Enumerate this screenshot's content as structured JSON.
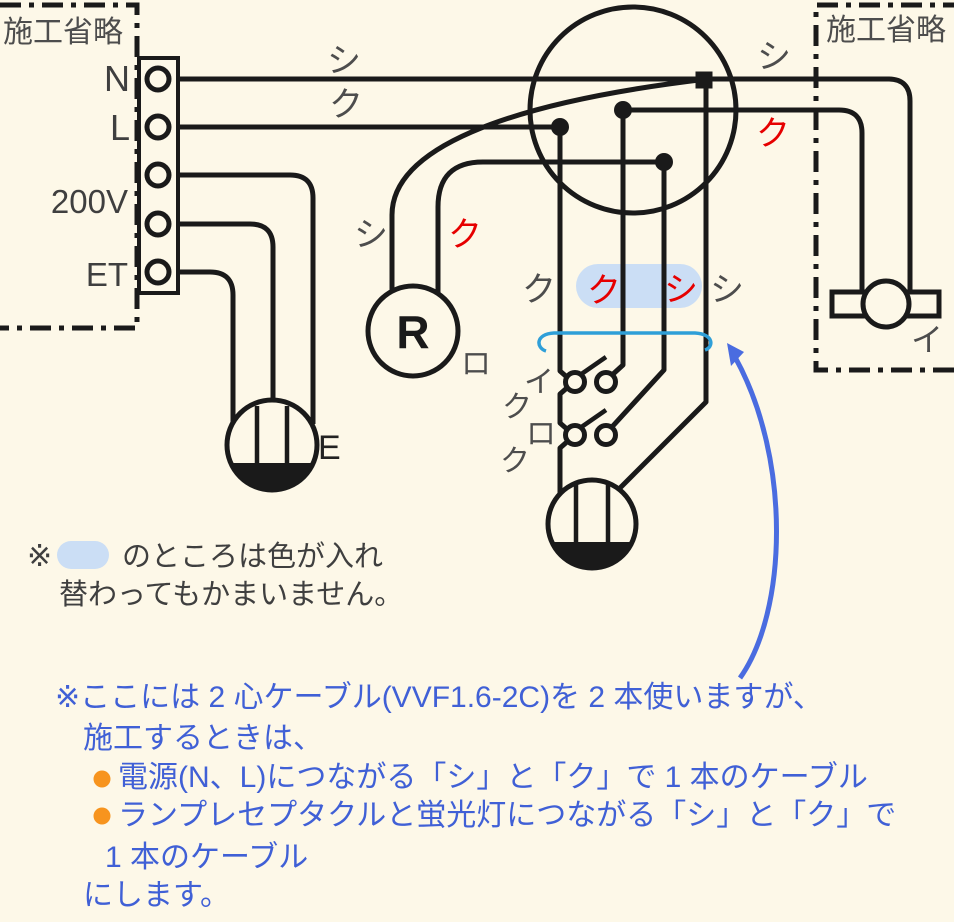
{
  "boxes": {
    "left": "施工省略",
    "right": "施工省略"
  },
  "terminals": {
    "n": "N",
    "l": "L",
    "v200": "200V",
    "et": "ET"
  },
  "wire_labels": {
    "src_neutral": "シ",
    "src_live": "ク",
    "receptacle_neutral": "シ",
    "receptacle_live": "ク",
    "drop_live_feed": "ク",
    "drop_live_sw": "ク",
    "drop_neutral_sw": "シ",
    "drop_neutral": "シ",
    "right_neutral": "シ",
    "right_live": "ク"
  },
  "switch_labels": {
    "sw1": "イ",
    "sw1_wire": "ク",
    "sw2": "ロ",
    "sw2_wire": "ク"
  },
  "device_labels": {
    "receptacle": "R",
    "receptacle_circuit": "ロ",
    "earth": "E",
    "fluorescent_circuit": "イ"
  },
  "notes": {
    "note1": {
      "mark": "※",
      "line1": "のところは色が入れ",
      "line2": "替わってもかまいません。"
    },
    "note2": {
      "line1": "※ここには 2 心ケーブル(VVF1.6-2C)を 2 本使いますが、",
      "line2": "施工するときは、",
      "bullet1": "電源(N、L)につながる「シ」と「ク」で 1 本のケーブル",
      "bullet2": "ランプレセプタクルと蛍光灯につながる「シ」と「ク」で",
      "bullet2b": "1 本のケーブル",
      "line3": "にします。"
    }
  },
  "colors": {
    "background": "#fdf8e8",
    "wire_black": "#1a1a1a",
    "label_gray": "#4d4d4d",
    "label_dark": "#222222",
    "label_red": "#e60000",
    "note_gray": "#3f3f3f",
    "note_blue": "#4060d6",
    "bullet_orange": "#f7941e",
    "highlight_blue": "#cbdef5",
    "brace_blue": "#2f9fd8",
    "arrow_blue": "#4a6ce0"
  }
}
